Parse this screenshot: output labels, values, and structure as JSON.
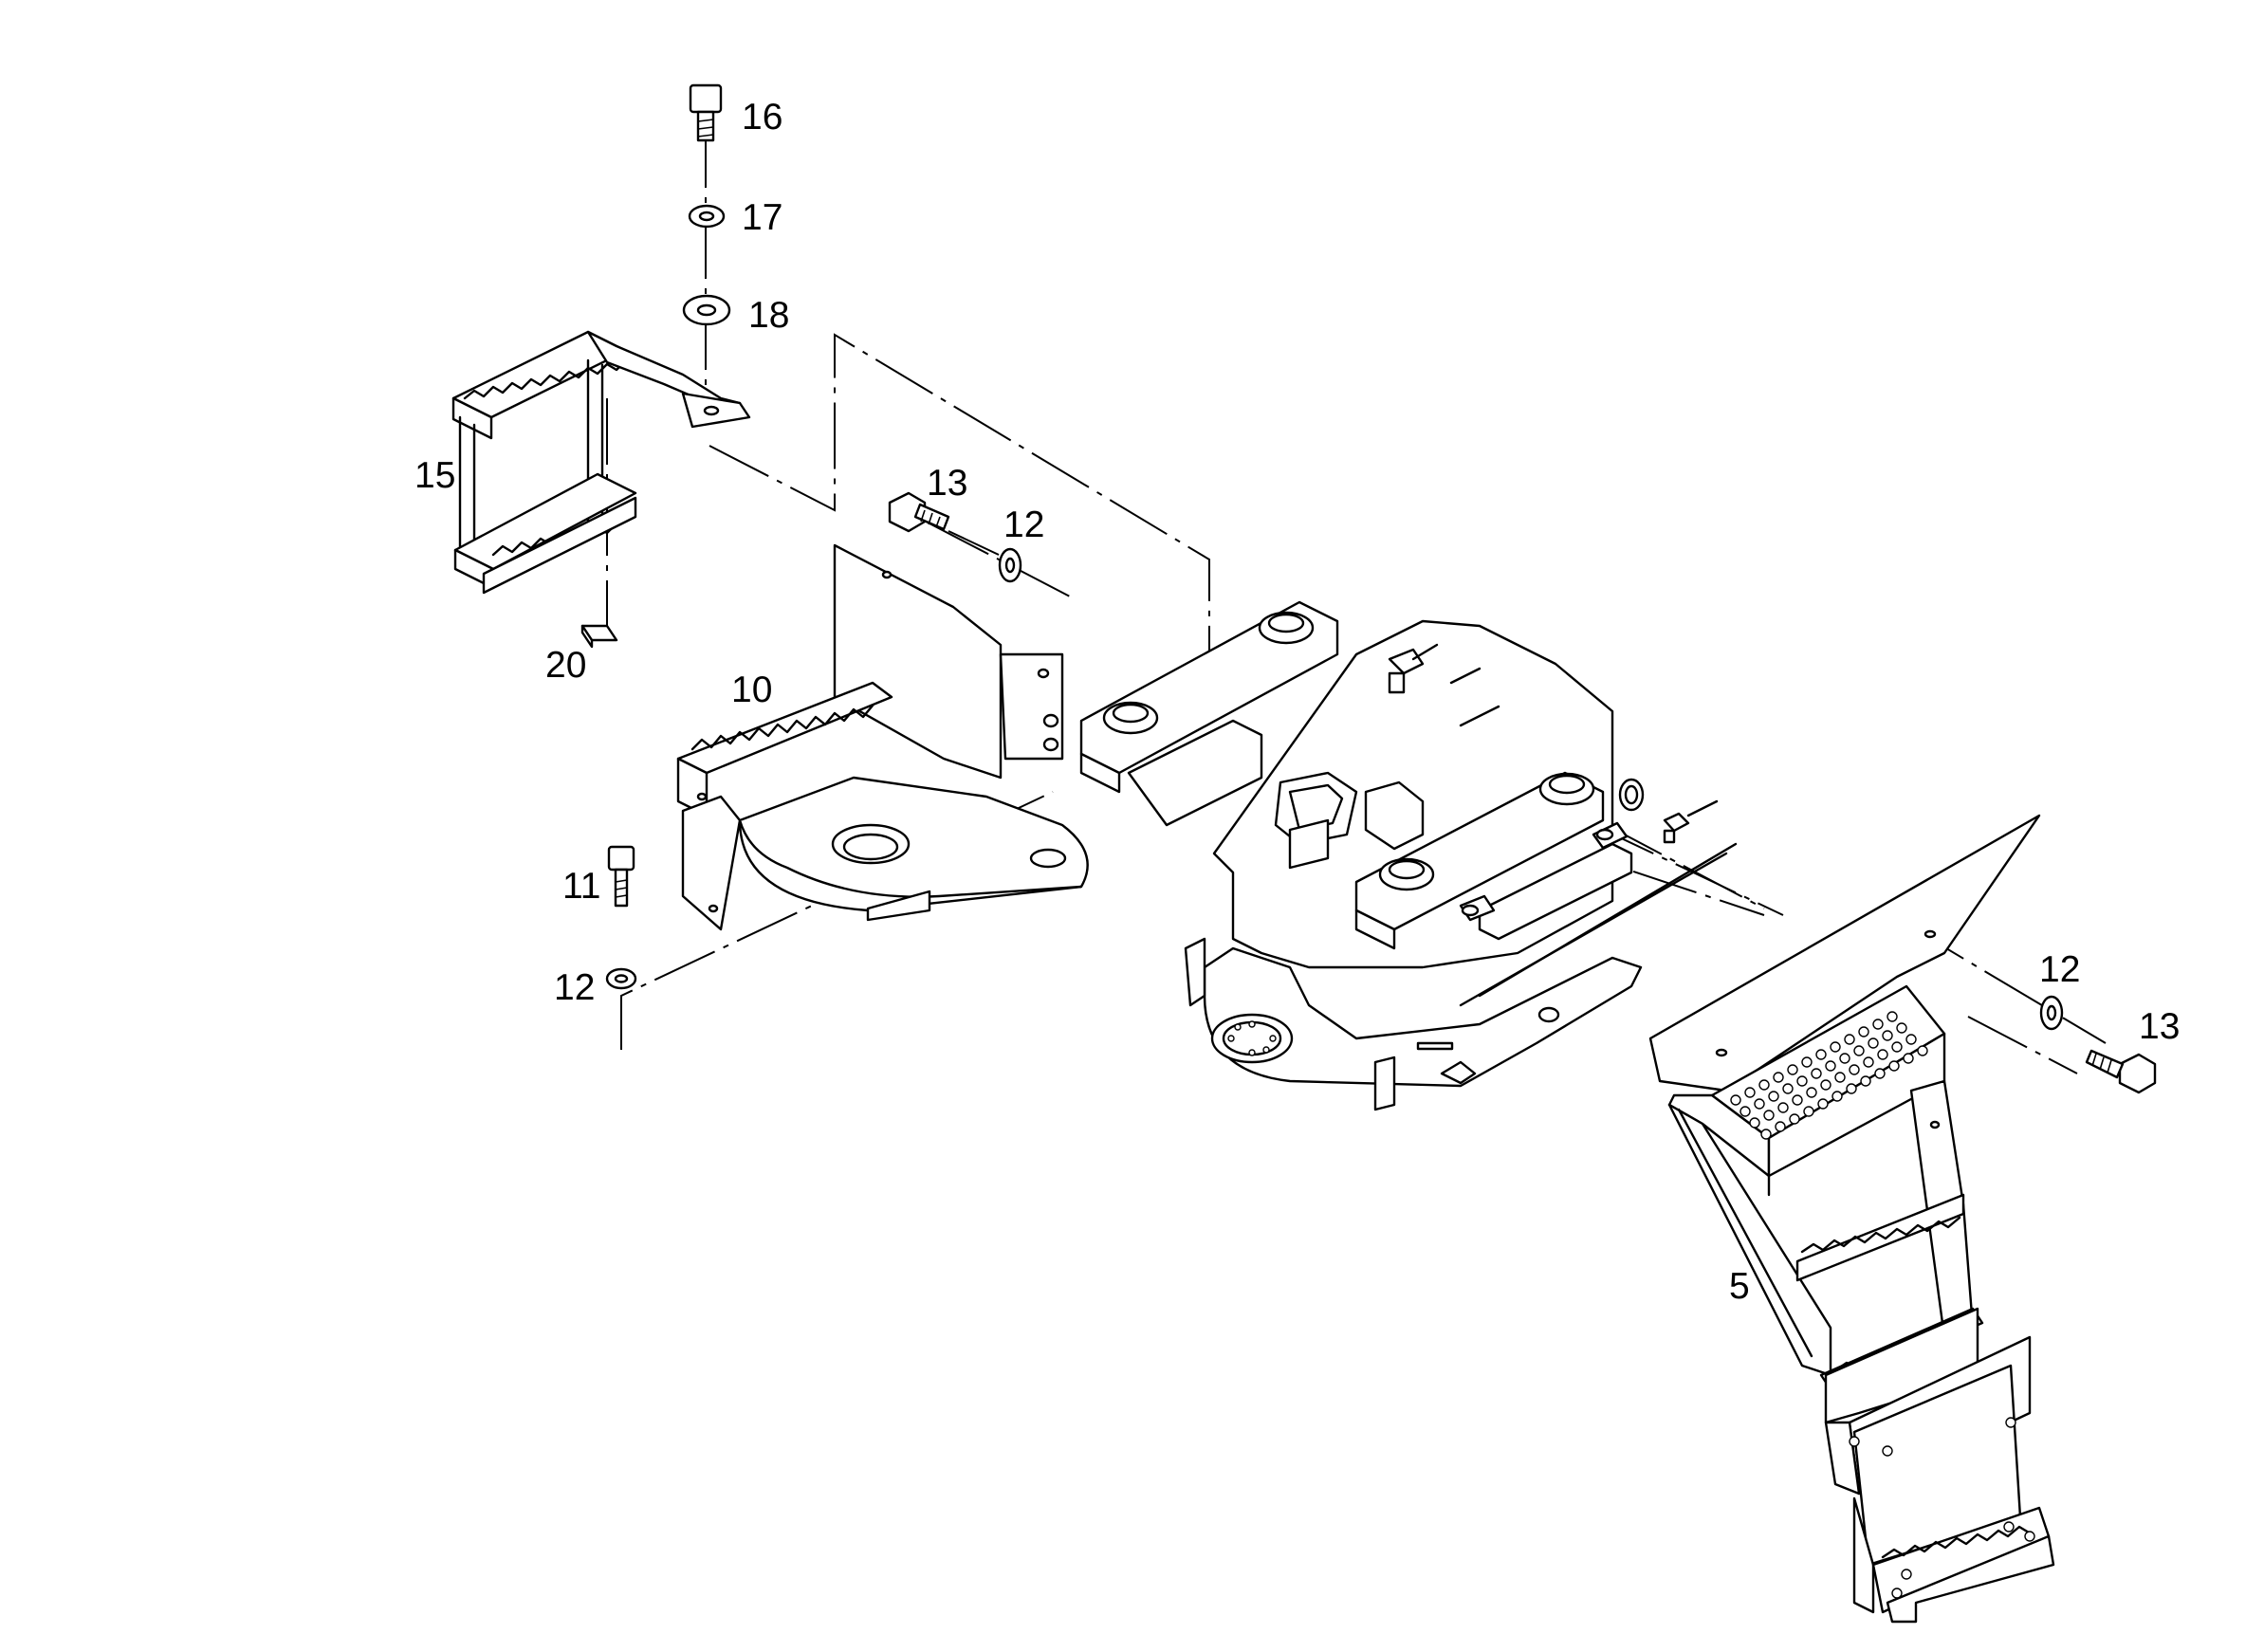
{
  "callouts": {
    "c16": "16",
    "c17": "17",
    "c18": "18",
    "c15": "15",
    "c20": "20",
    "c13a": "13",
    "c12a": "12",
    "c10": "10",
    "c11": "11",
    "c12b": "12",
    "c12c": "12",
    "c13b": "13",
    "c5": "5"
  }
}
